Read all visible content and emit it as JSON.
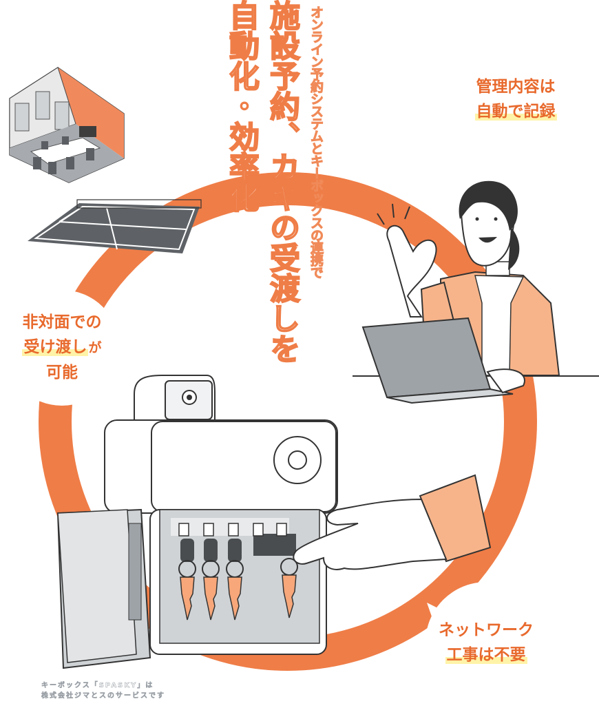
{
  "headline": {
    "subtitle": "オンライン予約システムとキーボックスの連携で",
    "main_col1": "施設予約、カギの受渡しを",
    "main_col2": "自動化・効率化"
  },
  "bubbles": {
    "management": {
      "line1": "管理内容は",
      "line2": "自動で記録"
    },
    "contactless": {
      "line1": "非対面での",
      "line2_a": "受け渡し",
      "line2_b": "が",
      "line3": "可能"
    },
    "network": {
      "line1": "ネットワーク",
      "line2": "工事は不要"
    }
  },
  "footnote": {
    "line1": "キーボックス「SPASKY」は",
    "line2": "株式会社ジマとスのサービスです"
  },
  "colors": {
    "ring": "#ef7d47",
    "accent_text": "#e8692c",
    "highlight": "#fff3a8",
    "jacket": "#f7b48a"
  }
}
